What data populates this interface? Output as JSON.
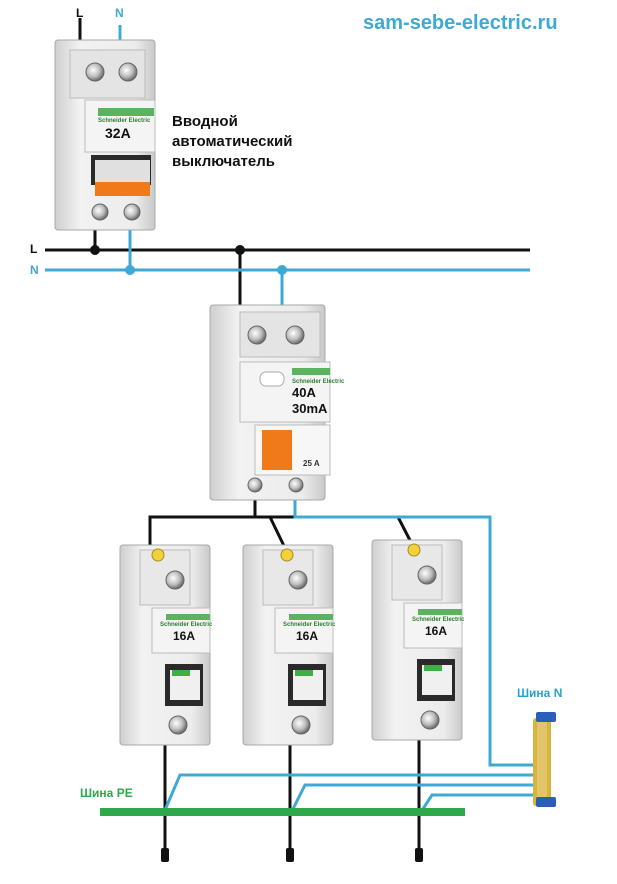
{
  "site": "sam-sebe-electric.ru",
  "labels": {
    "L": "L",
    "N": "N"
  },
  "main_breaker": {
    "brand": "Schneider Electric",
    "rating": "32A",
    "description_lines": [
      "Вводной",
      "автоматический",
      "выключатель"
    ]
  },
  "rcd": {
    "brand": "Schneider Electric",
    "rating": "40A",
    "leakage": "30mA",
    "side_rating": "25 A"
  },
  "branch_breakers": [
    {
      "brand": "Schneider Electric",
      "rating": "16A"
    },
    {
      "brand": "Schneider Electric",
      "rating": "16A"
    },
    {
      "brand": "Schneider Electric",
      "rating": "16A"
    }
  ],
  "buses": {
    "neutral": "Шина N",
    "pe": "Шина PE"
  },
  "colors": {
    "phase": "#111111",
    "neutral": "#3fa9d6",
    "pe": "#2ea84a",
    "handle": "#f07a1a",
    "module_body": "#e6e6e6",
    "bus_blue": "#2b5dbb"
  }
}
